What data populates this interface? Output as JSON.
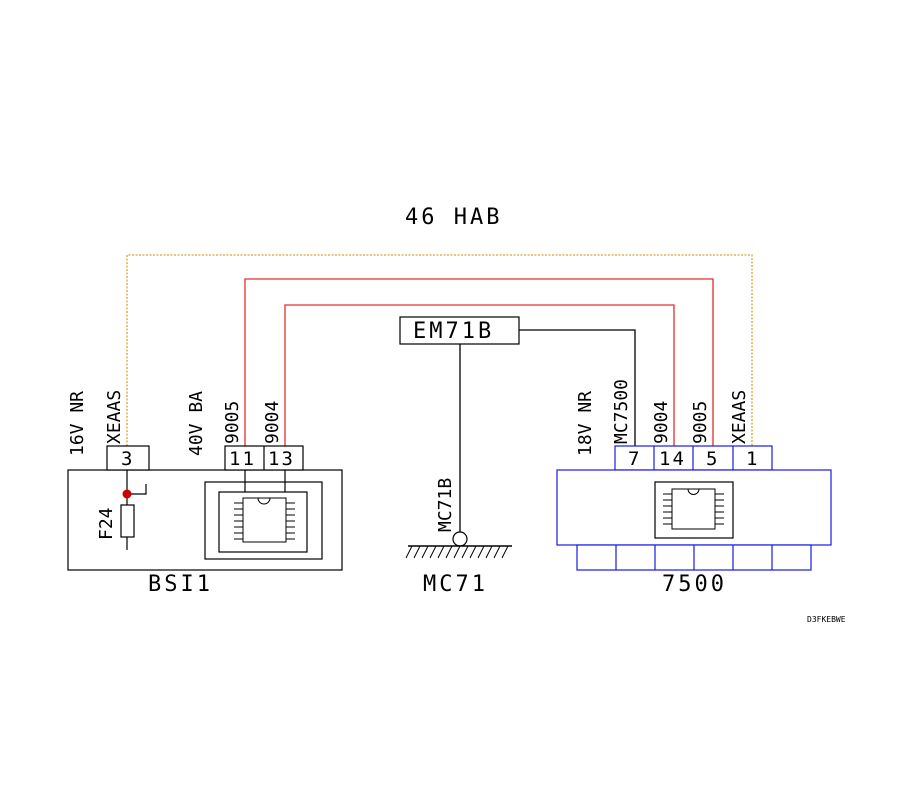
{
  "title": "46 HAB",
  "code": "D3FKEBWE",
  "colors": {
    "orange_wire": "#e0a030",
    "red_wire": "#e03030",
    "black_wire": "#000000",
    "blue_outline": "#1a1ae0",
    "fuse_dot": "#cc0000"
  },
  "bsi": {
    "name": "BSI1",
    "fuse": "F24",
    "connector1": {
      "label_line1": "16V NR",
      "label_line2": "XEAAS",
      "pins": [
        "3"
      ]
    },
    "connector2": {
      "label_line1": "40V BA",
      "wires": [
        "9005",
        "9004"
      ],
      "pins": [
        "11",
        "13"
      ]
    }
  },
  "ground": {
    "junction": "EM71B",
    "wire": "MC71B",
    "name": "MC71"
  },
  "module_7500": {
    "name": "7500",
    "label_line1": "18V NR",
    "wires": [
      "MC7500",
      "9004",
      "9005",
      "XEAAS"
    ],
    "pins": [
      "7",
      "14",
      "5",
      "1"
    ]
  }
}
